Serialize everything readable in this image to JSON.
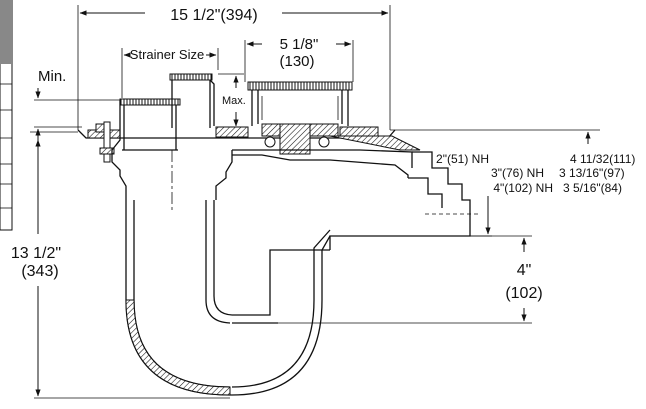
{
  "labels": {
    "overall_width": "15 1/2\"(394)",
    "strainer_size": "Strainer Size",
    "top_width_in": "5 1/8\"",
    "top_width_mm": "(130)",
    "min": "Min.",
    "max": "Max.",
    "overall_height_in": "13 1/2\"",
    "overall_height_mm": "(343)",
    "trap_depth_in": "4\"",
    "trap_depth_mm": "(102)"
  },
  "outlet_table": [
    {
      "nh": "2\"(51) NH",
      "value": "4 11/32(111)"
    },
    {
      "nh": "3\"(76) NH",
      "value": "3 13/16\"(97)"
    },
    {
      "nh": "4\"(102) NH",
      "value": "3 5/16\"(84)"
    }
  ]
}
